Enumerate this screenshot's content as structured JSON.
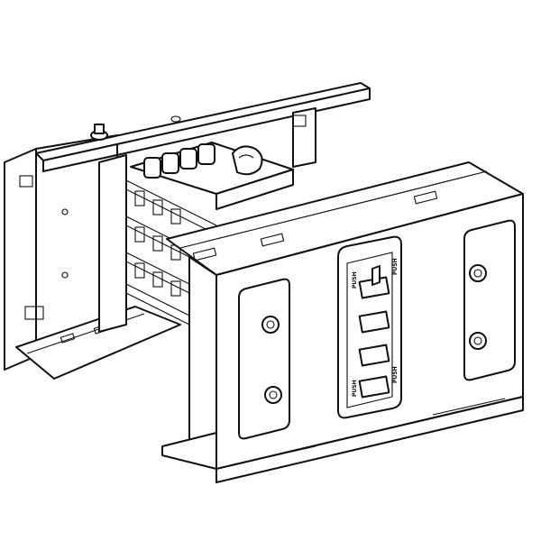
{
  "diagram": {
    "subject": "busbar trunking elbow / feed unit line drawing",
    "background_color": "#ffffff",
    "line_color": "#111111",
    "labels": [
      {
        "text": "PUSH",
        "position": "access panel top-left"
      },
      {
        "text": "PUSH",
        "position": "access panel top-right"
      },
      {
        "text": "PUSH",
        "position": "access panel bottom-left"
      },
      {
        "text": "PUSH",
        "position": "access panel bottom-right"
      }
    ],
    "components": [
      "rear-housing",
      "top-cover-rail",
      "internal-busbar-stack",
      "terminal-blocks",
      "front-housing",
      "access-panel",
      "bolt-fixings",
      "mounting-feet"
    ]
  }
}
